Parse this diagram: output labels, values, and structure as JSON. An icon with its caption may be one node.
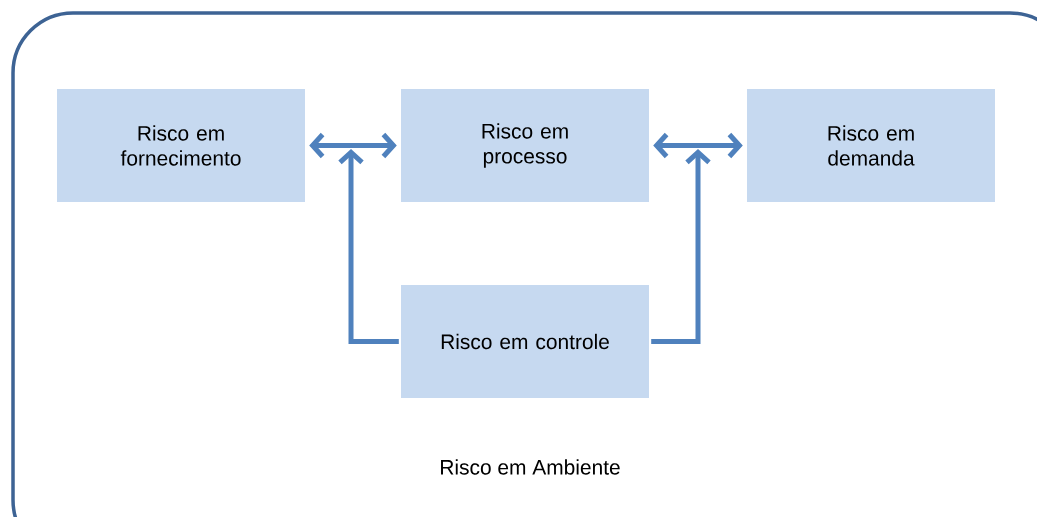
{
  "diagram": {
    "nodes": [
      {
        "text": [
          "Risco em Ambiente"
        ]
      },
      {
        "text": [
          "Risco em fornecimento"
        ],
        "in": 0
      },
      {
        "text": [
          "Risco em processo"
        ],
        "in": 0
      },
      {
        "text": [
          "Risco em demanda"
        ],
        "in": 0
      },
      {
        "text": [
          "Risco em controle"
        ],
        "in": 0
      }
    ],
    "edges": [
      {
        "from": 1,
        "to": 2,
        "arrow": "both"
      },
      {
        "from": 2,
        "to": 3,
        "arrow": "both"
      },
      {
        "from": 4,
        "to": null,
        "arrow": "to"
      },
      {
        "from": 4,
        "to": null,
        "arrow": "to"
      }
    ]
  }
}
